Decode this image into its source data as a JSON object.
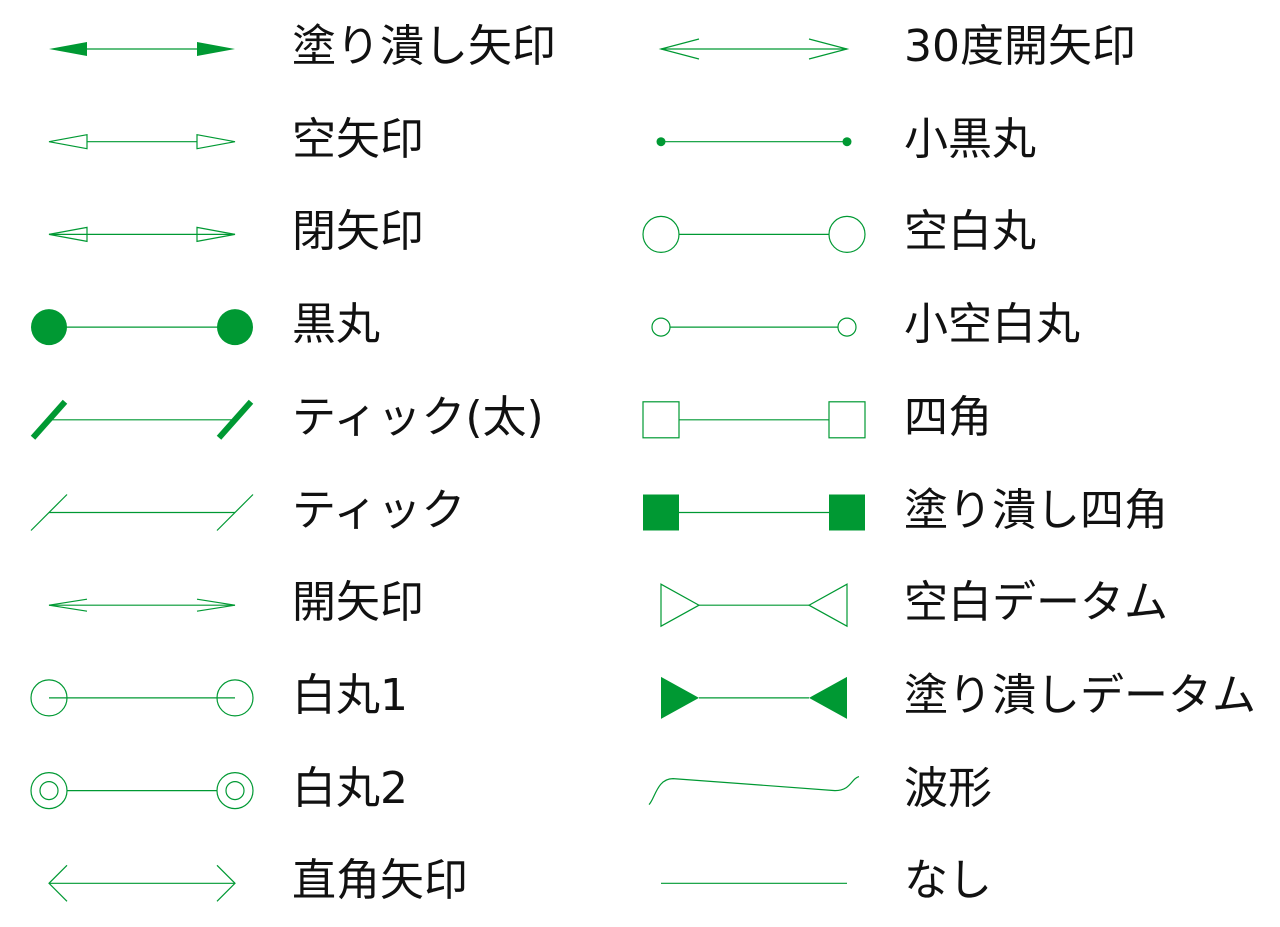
{
  "colors": {
    "accent": "#009933",
    "text": "#111111",
    "background": "#ffffff"
  },
  "left_column": [
    {
      "label": "塗り潰し矢印",
      "style": "filled-arrow"
    },
    {
      "label": "空矢印",
      "style": "hollow-arrow"
    },
    {
      "label": "閉矢印",
      "style": "closed-arrow"
    },
    {
      "label": "黒丸",
      "style": "large-dot"
    },
    {
      "label": "ティック(太)",
      "style": "thick-tick"
    },
    {
      "label": "ティック",
      "style": "tick"
    },
    {
      "label": "開矢印",
      "style": "open-arrow"
    },
    {
      "label": "白丸1",
      "style": "open-circle-1"
    },
    {
      "label": "白丸2",
      "style": "open-circle-2"
    },
    {
      "label": "直角矢印",
      "style": "right-angle-arrow"
    }
  ],
  "right_column": [
    {
      "label": "30度開矢印",
      "style": "open-arrow-30"
    },
    {
      "label": "小黒丸",
      "style": "small-dot"
    },
    {
      "label": "空白丸",
      "style": "open-circle"
    },
    {
      "label": "小空白丸",
      "style": "small-open-circle"
    },
    {
      "label": "四角",
      "style": "open-square"
    },
    {
      "label": "塗り潰し四角",
      "style": "filled-square"
    },
    {
      "label": "空白データム",
      "style": "open-datum"
    },
    {
      "label": "塗り潰しデータム",
      "style": "filled-datum"
    },
    {
      "label": "波形",
      "style": "wave"
    },
    {
      "label": "なし",
      "style": "none"
    }
  ]
}
